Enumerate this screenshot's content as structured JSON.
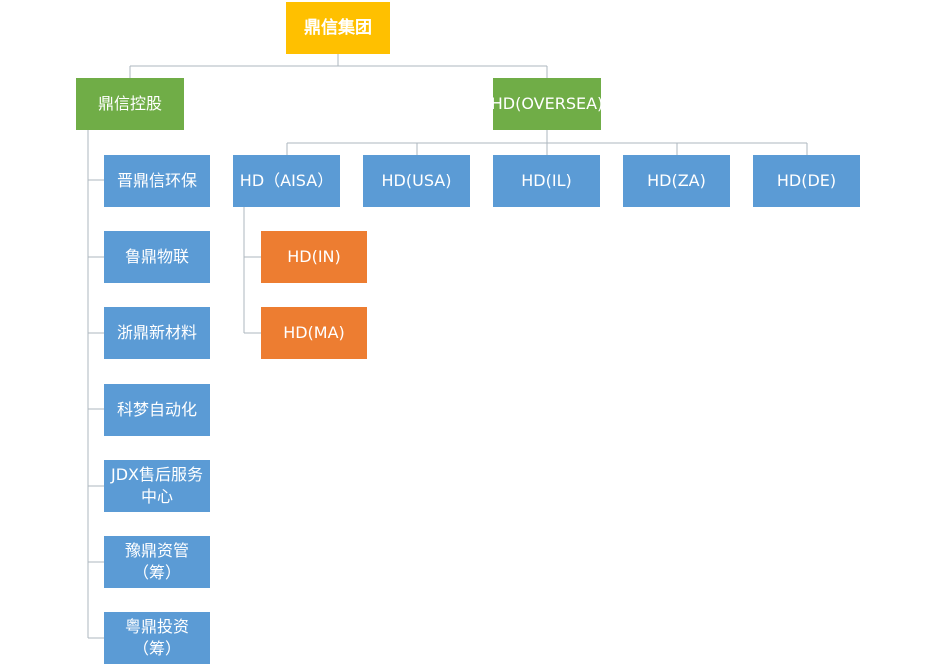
{
  "org": {
    "root": {
      "label": "鼎信集团",
      "color": "#ffc000"
    },
    "holding": {
      "label": "鼎信控股",
      "color": "#70ad47",
      "children": [
        {
          "lines": [
            "晋鼎信环保"
          ]
        },
        {
          "lines": [
            "鲁鼎物联"
          ]
        },
        {
          "lines": [
            "浙鼎新材料"
          ]
        },
        {
          "lines": [
            "科梦自动化"
          ]
        },
        {
          "lines": [
            "JDX售后服务",
            "中心"
          ]
        },
        {
          "lines": [
            "豫鼎资管",
            "（筹）"
          ]
        },
        {
          "lines": [
            "粤鼎投资",
            "（筹）"
          ]
        }
      ]
    },
    "oversea": {
      "label": "HD(OVERSEA)",
      "color": "#70ad47",
      "children": [
        {
          "label": "HD（AISA）",
          "children": [
            "HD(IN)",
            "HD(MA)"
          ]
        },
        {
          "label": "HD(USA)"
        },
        {
          "label": "HD(IL)"
        },
        {
          "label": "HD(ZA)"
        },
        {
          "label": "HD(DE)"
        }
      ]
    },
    "colors": {
      "sub_unit": "#5b9bd5",
      "third_level": "#ed7d31",
      "connector": "#aeb7bf"
    }
  }
}
